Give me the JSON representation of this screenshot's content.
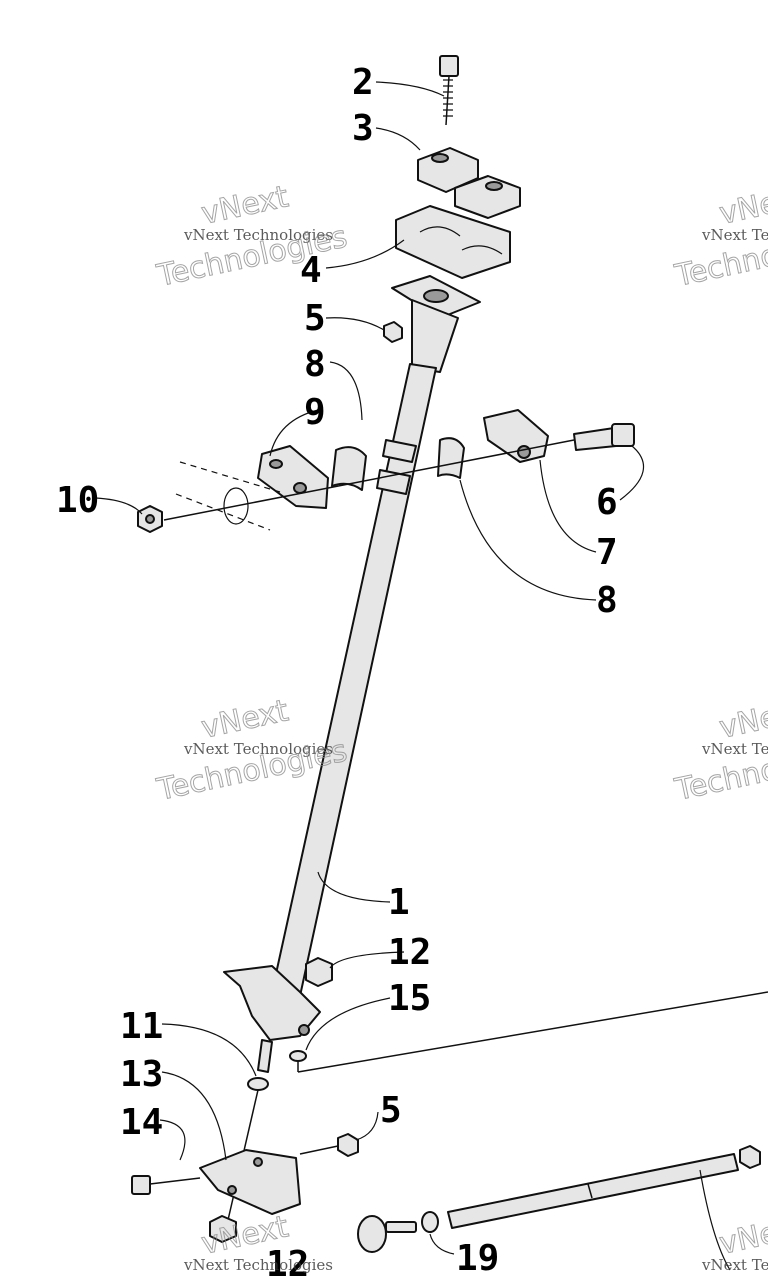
{
  "watermark": {
    "line1": "vNext Technologies",
    "line2": "vNext",
    "line3": "Technologies"
  },
  "callouts": {
    "c1": "1",
    "c2": "2",
    "c3": "3",
    "c4": "4",
    "c5a": "5",
    "c5b": "5",
    "c6": "6",
    "c7": "7",
    "c8a": "8",
    "c8b": "8",
    "c9": "9",
    "c10": "10",
    "c11": "11",
    "c12a": "12",
    "c12b": "12",
    "c13": "13",
    "c14": "14",
    "c15": "15",
    "c19": "19"
  },
  "colors": {
    "line": "#111111",
    "part_fill": "#e6e6e6",
    "background": "#ffffff"
  }
}
